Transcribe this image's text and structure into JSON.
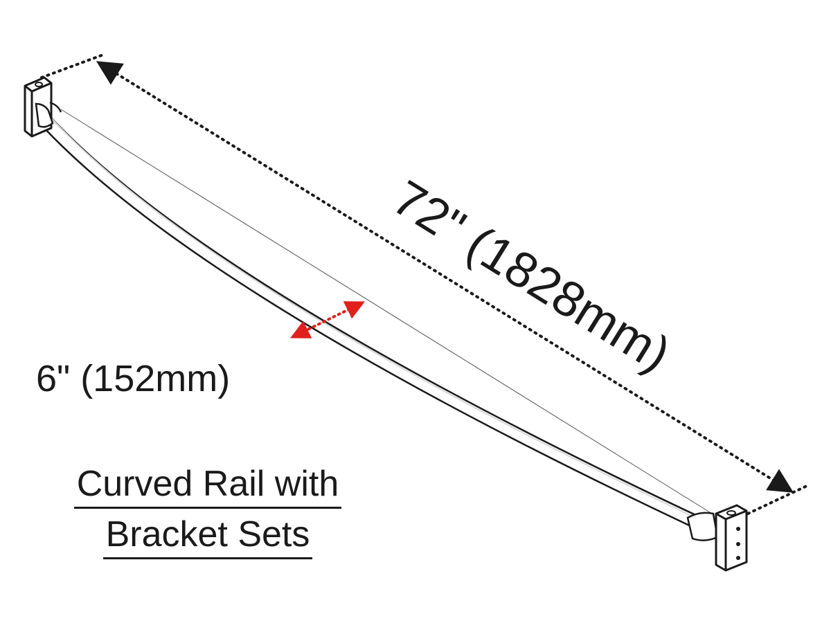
{
  "diagram": {
    "length_label": "72\" (1828mm)",
    "depth_label": "6\" (152mm)",
    "caption": {
      "line1": "Curved Rail with",
      "line2": "Bracket Sets"
    }
  },
  "colors": {
    "line": "#1a1a1a",
    "depth_arrow": "#e0201c",
    "rail_fill": "#ffffff"
  }
}
